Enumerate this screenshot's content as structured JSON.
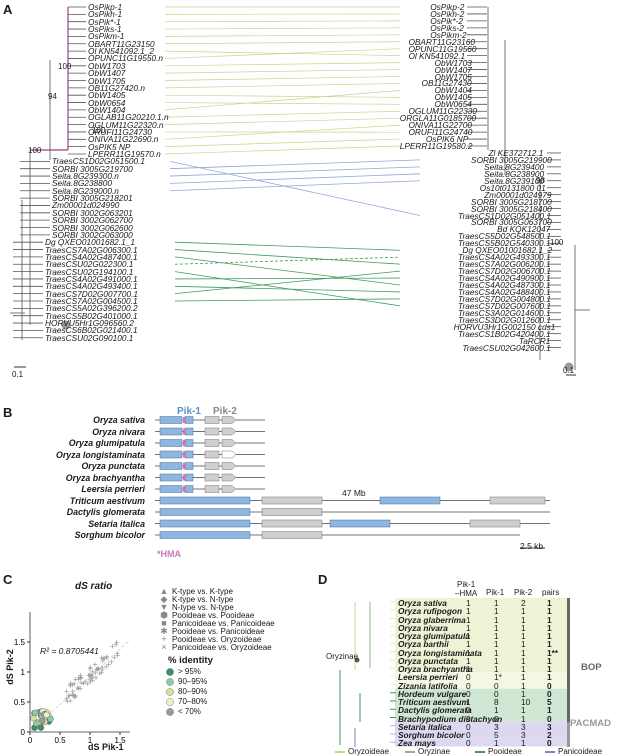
{
  "panelA": {
    "letter": "A",
    "left_taxa": [
      "OsPikp-1",
      "OsPikh-1",
      "OsPik*-1",
      "OsPiks-1",
      "OsPikm-1",
      "OBART11G23150",
      "Ol KN541092.1_2",
      "OPUNC11G19550.n",
      "ObW1703",
      "ObW1407",
      "ObW1705",
      "OB11G27420.n",
      "ObW1405",
      "ObW0654",
      "ObW1404",
      "OGLAB11G20210.1.n",
      "OGLUM11G22320.n",
      "ORUFI11G24730",
      "ONIVA11G22690.n",
      "OsPIK5 NP",
      "LPERR11G19570.n",
      "TraesCS1D02G051500.1",
      "SORBI 3005G219700",
      "Seita.8G239300.n",
      "Seita.8G238800",
      "Seita.8G239000.n",
      "SORBI 3005G218201",
      "Zm00001d024990",
      "SORBI 3002G063201",
      "SORBI 3002G062700",
      "SORBI 3002G062600",
      "SORBI 3002G063000",
      "Dg QXEO01001682.1_1",
      "TraesCS7A02G006300.1",
      "TraesCS4A02G487400.1",
      "TraesCSU02G022300.1",
      "TraesCSU02G194100.1",
      "TraesCS4A02G491000.1",
      "TraesCS4A02G493400.1",
      "TraesCS7D02G007700.1",
      "TraesCS7A02G004500.1",
      "TraesCS5A02G396200.2",
      "TraesCS5B02G401000.1",
      "HORVU5Hr1G096560.2",
      "TraesCS6B02G021400.1",
      "TraesCSU02G090100.1"
    ],
    "right_taxa": [
      "OsPikp-2",
      "OsPikh-2",
      "OsPik*-2",
      "OsPiks-2",
      "OsPikm-2",
      "OBART11G23160",
      "OPUNC11G19560",
      "Ol KN541092.1",
      "ObW1703",
      "ObW1407",
      "ObW1705",
      "OB11G27430",
      "ObW1404",
      "ObW1405",
      "ObW0654",
      "OGLUM11G22330",
      "ORGLA11G0185700",
      "ONIVA11G22700",
      "ORUFI11G24740",
      "OsPIK6 NP",
      "LPERR11G19580.2",
      "Zl KE372712.1",
      "SORBI 3005G219900",
      "Seita.8G239400",
      "Seita.8G238900",
      "Seita.8G239100",
      "Os10t0131800 01",
      "Zm00001d024979",
      "SORBI 3005G218700",
      "SORBI 3005G218400",
      "TraesCS1D02G051400.1",
      "SORBI 3005G063700",
      "Bd KQK12047",
      "TraesCS5D02G548500.1",
      "TraesCS5B02G540300.1",
      "Dg QXEO01001682.1_2",
      "TraesCS4A02G493300.1",
      "TraesCS7A02G006200.1",
      "TraesCS7D02G006700.1",
      "TraesCS4A02G490900.1",
      "TraesCS4A02G487300.1",
      "TraesCS4A02G488400.1",
      "TraesCS7D02G004800.1",
      "TraesCS7D02G007600.1",
      "TraesCS3A02G014600.1",
      "TraesCS3D02G012600.1",
      "HORVU3Hr1G002150 cds1",
      "TraesCS1B02G420400.1",
      "TaRCR1",
      "TraesCSU02G042600.1"
    ],
    "bootstraps_left": [
      "100",
      "94",
      "100",
      "100"
    ],
    "bootstraps_right": [
      "98",
      "100"
    ],
    "scale_left": "0.1",
    "scale_right": "0.1"
  },
  "panelB": {
    "letter": "B",
    "gene1": "Pik-1",
    "gene2": "Pik-2",
    "species": [
      "Oryza sativa",
      "Oryza nivara",
      "Oryza glumipatula",
      "Oryza longistaminata",
      "Oryza punctata",
      "Oryza brachyantha",
      "Leersia perrieri",
      "Triticum aestivum",
      "Dactylis glomerata",
      "Setaria italica",
      "Sorghum bicolor"
    ],
    "gap_label": "47 Mb",
    "scale": "2.5 kb",
    "hma_label": "*HMA"
  },
  "panelC": {
    "letter": "C",
    "title": "dS ratio",
    "xlabel": "dS Pik-1",
    "ylabel": "dS Pik-2",
    "r2": "R² = 0.8705441",
    "xticks": [
      "0",
      "0.5",
      "1",
      "1.5"
    ],
    "yticks": [
      "0",
      "0.5",
      "1",
      "1.5"
    ],
    "legend_pairs": [
      "K-type vs. K-type",
      "K-type vs. N-type",
      "N-type vs. N-type",
      "Pooideae vs. Pooideae",
      "Panicoideae vs. Panicoideae",
      "Pooideae vs. Panicoideae",
      "Pooideae vs. Oryzoideae",
      "Panicoideae vs. Oryzoideae"
    ],
    "identity_title": "% identity",
    "identity_levels": [
      "> 95%",
      "90–95%",
      "80–90%",
      "70–80%",
      "< 70%"
    ],
    "identity_colors": [
      "#3a8f6b",
      "#8fc9a8",
      "#d4e39a",
      "#eef0c8",
      "#9a9a9a"
    ]
  },
  "panelD": {
    "letter": "D",
    "columns": [
      "Pik-1\n–HMA",
      "Pik-1",
      "Pik-2",
      "pairs"
    ],
    "col1_line1": "Pik-1",
    "col1_line2": "–HMA",
    "rows": [
      {
        "sp": "Oryza sativa",
        "c": [
          "1",
          "1",
          "2",
          "1"
        ]
      },
      {
        "sp": "Oryza rufipogon",
        "c": [
          "1",
          "1",
          "1",
          "1"
        ]
      },
      {
        "sp": "Oryza glaberrima",
        "c": [
          "1",
          "1",
          "1",
          "1"
        ]
      },
      {
        "sp": "Oryza nivara",
        "c": [
          "1",
          "1",
          "1",
          "1"
        ]
      },
      {
        "sp": "Oryza glumipatula",
        "c": [
          "1",
          "1",
          "1",
          "1"
        ]
      },
      {
        "sp": "Oryza barthii",
        "c": [
          "1",
          "1",
          "1",
          "1"
        ]
      },
      {
        "sp": "Oryza longistaminata",
        "c": [
          "1",
          "1",
          "1",
          "1**"
        ]
      },
      {
        "sp": "Oryza punctata",
        "c": [
          "1",
          "1",
          "1",
          "1"
        ]
      },
      {
        "sp": "Oryza brachyantha",
        "c": [
          "1",
          "1",
          "1",
          "1"
        ]
      },
      {
        "sp": "Leersia perrieri",
        "c": [
          "0",
          "1*",
          "1",
          "1"
        ]
      },
      {
        "sp": "Zizania latifolia",
        "c": [
          "0",
          "0",
          "1",
          "0"
        ]
      },
      {
        "sp": "Hordeum vulgare",
        "c": [
          "0",
          "0",
          "1",
          "0"
        ]
      },
      {
        "sp": "Triticum aestivum",
        "c": [
          "1",
          "8",
          "10",
          "5"
        ]
      },
      {
        "sp": "Dactylis glomerata",
        "c": [
          "0",
          "1",
          "1",
          "1"
        ]
      },
      {
        "sp": "Brachypodium distachyon",
        "c": [
          "0",
          "0",
          "1",
          "0"
        ]
      },
      {
        "sp": "Setaria italica",
        "c": [
          "0",
          "3",
          "3",
          "3"
        ]
      },
      {
        "sp": "Sorghum bicolor",
        "c": [
          "0",
          "5",
          "3",
          "2"
        ]
      },
      {
        "sp": "Zea mays",
        "c": [
          "0",
          "1",
          "1",
          "0"
        ]
      }
    ],
    "oryzinae": "Oryzinae",
    "bop": "BOP",
    "pacmad": "PACMAD",
    "legend": [
      "Oryzoideae",
      "Oryzinae",
      "Pooideae",
      "Panicoideae"
    ],
    "legend_colors": [
      "#c8d98a",
      "#8fb48a",
      "#3a9a5a",
      "#8a7fc0"
    ]
  }
}
